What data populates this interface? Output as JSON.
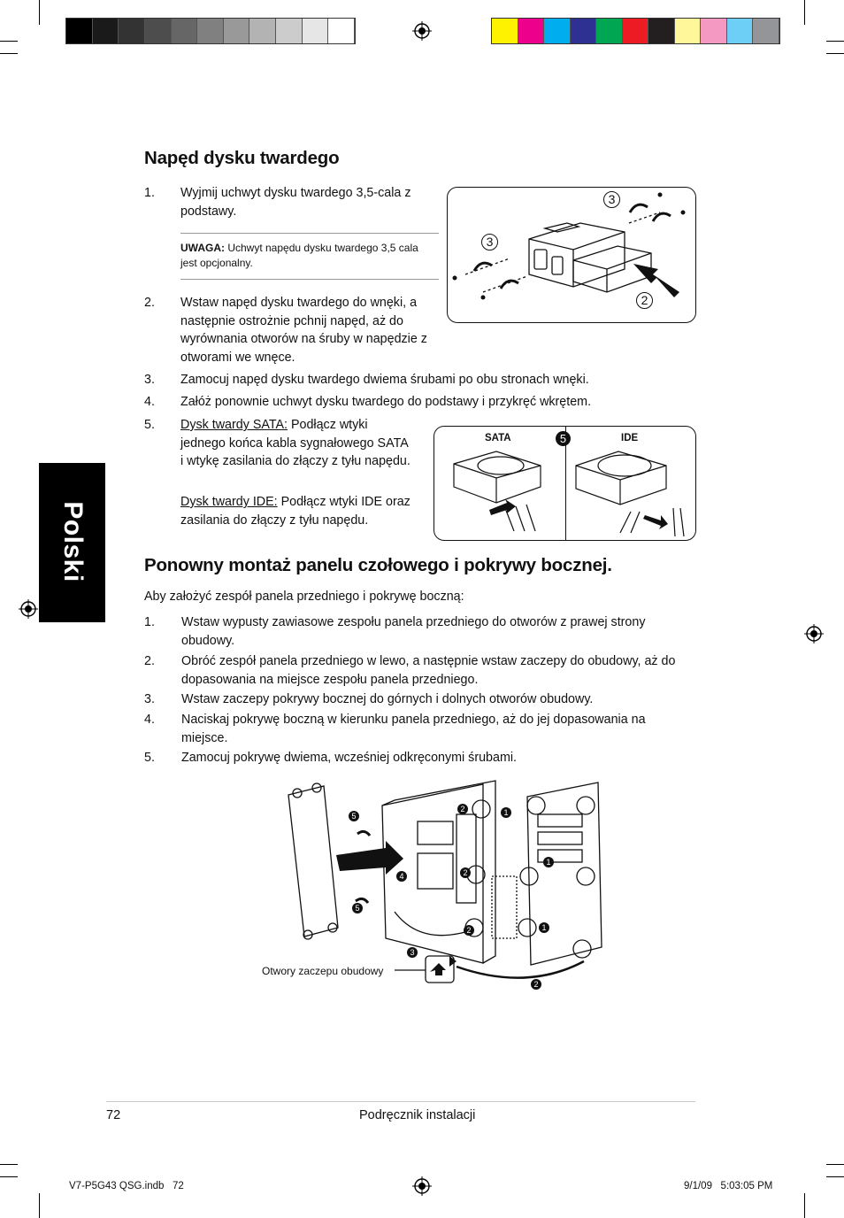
{
  "colors": {
    "gray_ramp": [
      "#000000",
      "#1a1a1a",
      "#333333",
      "#4d4d4d",
      "#666666",
      "#808080",
      "#999999",
      "#b3b3b3",
      "#cccccc",
      "#e6e6e6",
      "#ffffff"
    ],
    "process": [
      "#fff200",
      "#ec008c",
      "#00aeef",
      "#2e3192",
      "#00a651",
      "#ed1c24",
      "#231f20",
      "#fff799",
      "#f49ac2",
      "#6dcff6",
      "#939598"
    ],
    "tab_bg": "#000000"
  },
  "side_tab": {
    "label": "Polski"
  },
  "section1": {
    "title": "Napęd dysku twardego",
    "step1_num": "1.",
    "step1_text": "Wyjmij uchwyt dysku twardego 3,5-cala z podstawy.",
    "note_label": "UWAGA:",
    "note_text": " Uchwyt napędu dysku twardego 3,5 cala jest opcjonalny.",
    "step2_num": "2.",
    "step2_text": "Wstaw napęd dysku twardego do wnęki, a następnie ostrożnie pchnij napęd, aż do wyrównania otworów na śruby w napędzie z otworami we wnęce.",
    "step3_num": "3.",
    "step3_text": "Zamocuj napęd dysku twardego dwiema śrubami po obu stronach wnęki.",
    "step4_num": "4.",
    "step4_text": "Załóż ponownie uchwyt dysku twardego do podstawy i przykręć wkrętem.",
    "step5_num": "5.",
    "step5_sata_label": "Dysk twardy SATA:",
    "step5_sata_text": " Podłącz wtyki jednego końca kabla sygnałowego SATA i wtykę zasilania do złączy z tyłu napędu.",
    "step5_ide_label": "Dysk twardy IDE:",
    "step5_ide_text": " Podłącz wtyki IDE oraz zasilania do złączy z tyłu napędu.",
    "fig1_callouts": [
      "3",
      "3",
      "2"
    ],
    "fig2_sata_label": "SATA",
    "fig2_ide_label": "IDE",
    "fig2_callout": "5"
  },
  "section2": {
    "title": "Ponowny montaż panelu czołowego i pokrywy bocznej.",
    "intro": "Aby założyć zespół panela przedniego i pokrywę boczną:",
    "steps": [
      {
        "num": "1.",
        "text": "Wstaw wypusty zawiasowe zespołu panela przedniego do otworów z prawej strony obudowy."
      },
      {
        "num": "2.",
        "text": "Obróć zespół panela przedniego w lewo, a następnie wstaw zaczepy do obudowy, aż do dopasowania na miejsce zespołu panela przedniego."
      },
      {
        "num": "3.",
        "text": "Wstaw zaczepy pokrywy bocznej do górnych i dolnych otworów obudowy."
      },
      {
        "num": "4.",
        "text": "Naciskaj pokrywę boczną w kierunku panela przedniego, aż do jej dopasowania na miejsce."
      },
      {
        "num": "5.",
        "text": "Zamocuj pokrywę dwiema, wcześniej odkręconymi śrubami."
      }
    ],
    "fig_caption": "Otwory zaczepu obudowy",
    "fig_callouts": [
      "5",
      "2",
      "1",
      "1",
      "4",
      "2",
      "5",
      "2",
      "1",
      "3",
      "2"
    ]
  },
  "footer": {
    "page_number": "72",
    "title": "Podręcznik instalacji"
  },
  "slug": {
    "file": "V7-P5G43 QSG.indb   72",
    "date": "9/1/09   5:03:05 PM"
  }
}
